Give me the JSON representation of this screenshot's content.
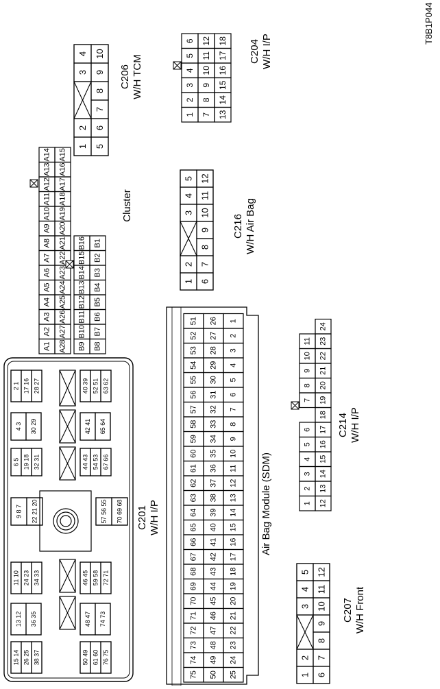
{
  "figure_id": "T8B1P044",
  "labels": {
    "c206_name": "C206",
    "c206_desc": "W/H TCM",
    "c204_name": "C204",
    "c204_desc": "W/H I/P",
    "cluster": "Cluster",
    "c216_name": "C216",
    "c216_desc": "W/H Air Bag",
    "c201_name": "C201",
    "c201_desc": "W/H I/P",
    "sdm": "Air Bag Module (SDM)",
    "c214_name": "C214",
    "c214_desc": "W/H I/P",
    "c207_name": "C207",
    "c207_desc": "W/H Front"
  },
  "c206": {
    "top": [
      "1",
      "2",
      "",
      "3",
      "4"
    ],
    "bottom": [
      "5",
      "6",
      "7",
      "8",
      "9",
      "10"
    ]
  },
  "c204": {
    "rows": [
      [
        "1",
        "2",
        "3",
        "4",
        "5",
        "6"
      ],
      [
        "7",
        "8",
        "9",
        "10",
        "11",
        "12"
      ],
      [
        "13",
        "14",
        "15",
        "16",
        "17",
        "18"
      ]
    ]
  },
  "cluster": {
    "a_top": [
      "A1",
      "A2",
      "A3",
      "A4",
      "A5",
      "A6",
      "A7",
      "A8",
      "A9",
      "A10",
      "A11",
      "A12",
      "A13",
      "A14"
    ],
    "a_bottom": [
      "A28",
      "A27",
      "A26",
      "A25",
      "A24",
      "A23",
      "A22",
      "A21",
      "A20",
      "A19",
      "A18",
      "A17",
      "A16",
      "A15"
    ],
    "b_top": [
      "B9",
      "B10",
      "B11",
      "B12",
      "B13",
      "B14",
      "B15",
      "B16"
    ],
    "b_bottom": [
      "B8",
      "B7",
      "B6",
      "B5",
      "B4",
      "B3",
      "B2",
      "B1"
    ]
  },
  "c216": {
    "top": [
      "1",
      "2",
      "",
      "3",
      "4",
      "5"
    ],
    "bottom": [
      "6",
      "7",
      "8",
      "9",
      "10",
      "11",
      "12"
    ]
  },
  "c201": {
    "left_col_1": [
      "15 14",
      "26 25",
      "38 37"
    ],
    "left_col_2": [
      "13 12",
      "36 35"
    ],
    "left_col_3": [
      "11 10",
      "24 23",
      "34 33"
    ],
    "left_col_4": [
      "9 8 7",
      "22 21 20"
    ],
    "left_col_5": [
      "6 5",
      "19 18",
      "32 31"
    ],
    "left_col_6": [
      "4 3",
      "30 29"
    ],
    "left_col_7": [
      "2 1",
      "17 16",
      "28 27"
    ],
    "right_col_1": [
      "50 49",
      "61 60",
      "76 75"
    ],
    "right_col_2": [
      "48 47",
      "74 73"
    ],
    "right_col_3": [
      "46 45",
      "59 58",
      "72 71"
    ],
    "right_col_4": [
      "57 56 55",
      "70 69 68"
    ],
    "right_col_5": [
      "44 43",
      "54 53",
      "67 66"
    ],
    "right_col_6": [
      "42 41",
      "65 64"
    ],
    "right_col_7": [
      "40 39",
      "52 51",
      "63 62"
    ]
  },
  "sdm": {
    "row1": [
      "75",
      "74",
      "73",
      "72",
      "71",
      "70",
      "69",
      "68",
      "67",
      "66",
      "65",
      "64",
      "63",
      "62",
      "61",
      "60",
      "59",
      "58",
      "57",
      "56",
      "55",
      "54",
      "53",
      "52",
      "51"
    ],
    "row2": [
      "50",
      "49",
      "48",
      "47",
      "46",
      "45",
      "44",
      "43",
      "42",
      "41",
      "40",
      "39",
      "38",
      "37",
      "36",
      "35",
      "34",
      "33",
      "32",
      "31",
      "30",
      "29",
      "28",
      "27",
      "26"
    ],
    "row3": [
      "25",
      "24",
      "23",
      "22",
      "21",
      "20",
      "19",
      "18",
      "17",
      "16",
      "15",
      "14",
      "13",
      "12",
      "11",
      "10",
      "9",
      "8",
      "7",
      "6",
      "5",
      "4",
      "3",
      "2",
      "1"
    ]
  },
  "c214": {
    "top": [
      "1",
      "2",
      "3",
      "4",
      "5",
      "6",
      "",
      "7",
      "8",
      "9",
      "10",
      "11"
    ],
    "bottom": [
      "12",
      "13",
      "14",
      "15",
      "16",
      "17",
      "18",
      "19",
      "20",
      "21",
      "22",
      "23",
      "24"
    ]
  },
  "c207": {
    "top": [
      "1",
      "2",
      "",
      "3",
      "4",
      "5"
    ],
    "bottom": [
      "6",
      "7",
      "8",
      "9",
      "10",
      "11",
      "12"
    ]
  }
}
